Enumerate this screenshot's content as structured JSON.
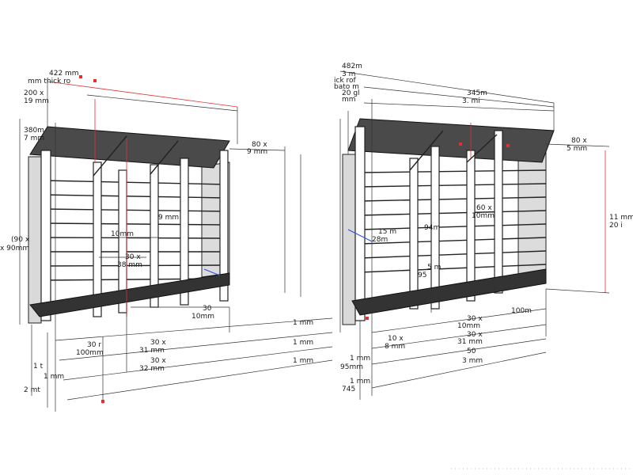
{
  "left_view": {
    "labels": [
      "422 mm",
      "mm thick ro",
      "200 x",
      "19 mm",
      "380m",
      "7 mm",
      "80 x",
      "9 mm",
      "9 mm",
      "10mm",
      "30 x",
      "38 mm",
      "(90 x",
      "x 90mm",
      "30",
      "10mm",
      "30 r",
      "100mm",
      "30 x",
      "31 mm",
      "30 x",
      "32 mm",
      "1 mm",
      "1 t",
      "2 mt",
      "1 mm",
      "1 mm",
      "1 mm"
    ]
  },
  "right_view": {
    "labels": [
      "482m",
      "3 m",
      "ick rof",
      "bato m",
      "20 gl",
      "mm",
      "345m",
      "3. mi",
      "80 x",
      "5 mm",
      "15 m",
      "28m",
      "60 x",
      "10mm",
      "94m",
      "5 m",
      "95",
      "11 mm",
      "20 i",
      "30 x",
      "10mm",
      "100m",
      "30 x",
      "31 mm",
      "50",
      "3 mm",
      "1 mm",
      "95mm",
      "1 mm",
      "745",
      "10 x",
      "8 mm"
    ]
  }
}
